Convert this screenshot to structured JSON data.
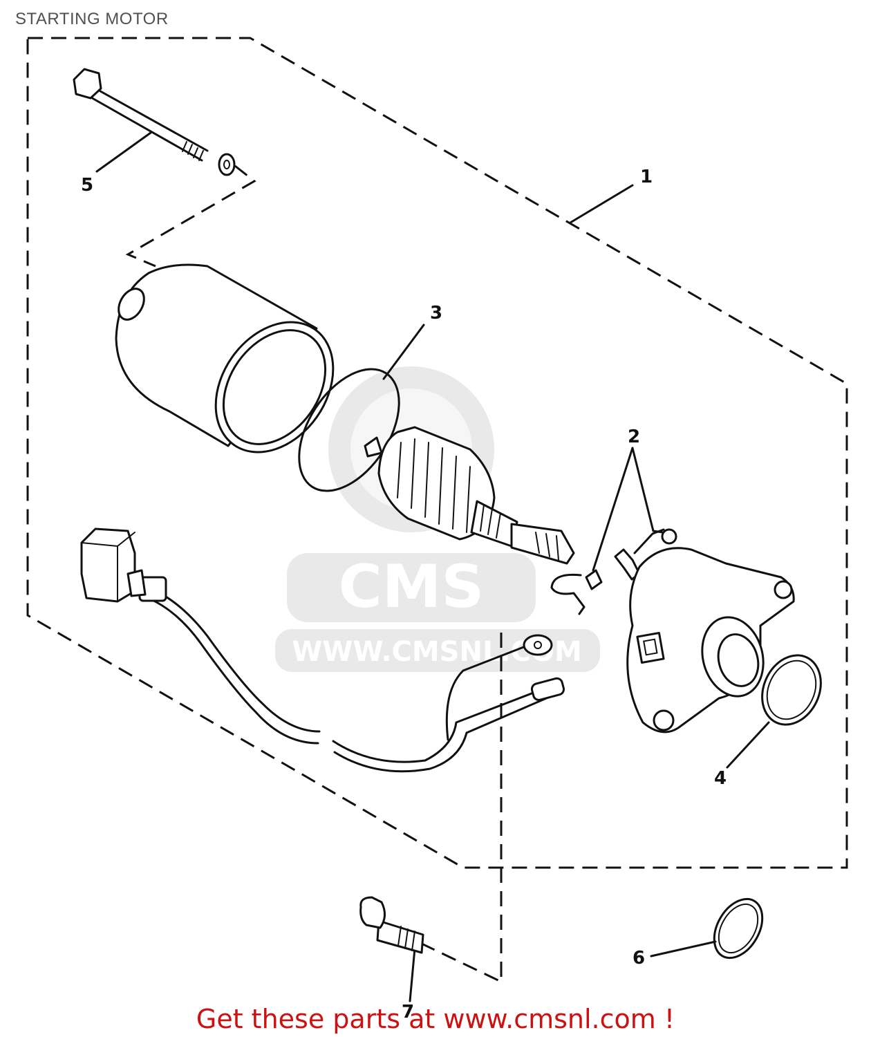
{
  "title": "STARTING MOTOR",
  "callouts": [
    {
      "id": "1",
      "label": "1"
    },
    {
      "id": "2",
      "label": "2"
    },
    {
      "id": "3",
      "label": "3"
    },
    {
      "id": "4",
      "label": "4"
    },
    {
      "id": "5",
      "label": "5"
    },
    {
      "id": "6",
      "label": "6"
    },
    {
      "id": "7",
      "label": "7"
    }
  ],
  "watermark": {
    "brand": "CMS",
    "url": "WWW.CMSNL.COM",
    "color": "#d7d7d7"
  },
  "promo": {
    "text": "Get these parts at www.cmsnl.com !",
    "color": "#cc1111"
  }
}
